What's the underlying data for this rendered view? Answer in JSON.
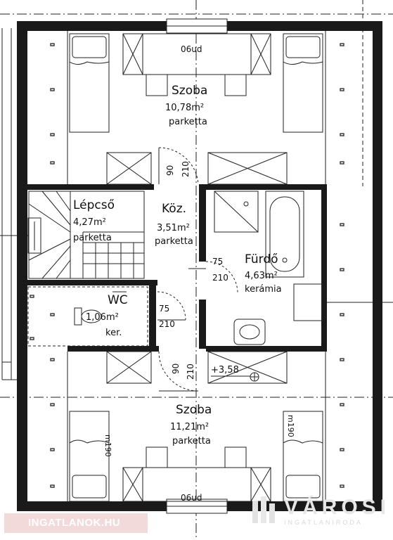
{
  "rooms": {
    "top_room": {
      "name": "Szoba",
      "area": "10,78m²",
      "floor": "parketta"
    },
    "stair": {
      "name": "Lépcső",
      "area": "4,27m²",
      "floor": "parketta"
    },
    "corridor": {
      "name": "Köz.",
      "area": "3,51m²",
      "floor": "parketta"
    },
    "bath": {
      "name": "Fürdő",
      "area": "4,63m²",
      "floor": "kerámia"
    },
    "wc": {
      "name": "WC",
      "area": "1,06m²",
      "floor": "ker."
    },
    "bottom_room": {
      "name": "Szoba",
      "area": "11,21m²",
      "floor": "parketta"
    }
  },
  "dimensions": {
    "window_top": "06ud",
    "window_bottom": "06ud",
    "door_corr_top_w": "90",
    "door_corr_top_h": "210",
    "door_bath_w": "75",
    "door_bath_h": "210",
    "door_wc_w": "75",
    "door_wc_h": "210",
    "door_corr_bot_w": "90",
    "door_corr_bot_h": "210",
    "stair_level": "+3,58",
    "bed_left": "m190",
    "bed_right": "m190"
  },
  "watermarks": {
    "left": "INGATLANOK.HU",
    "right_brand": "VÁROSI",
    "right_sub": "INGATLANIRODA"
  }
}
